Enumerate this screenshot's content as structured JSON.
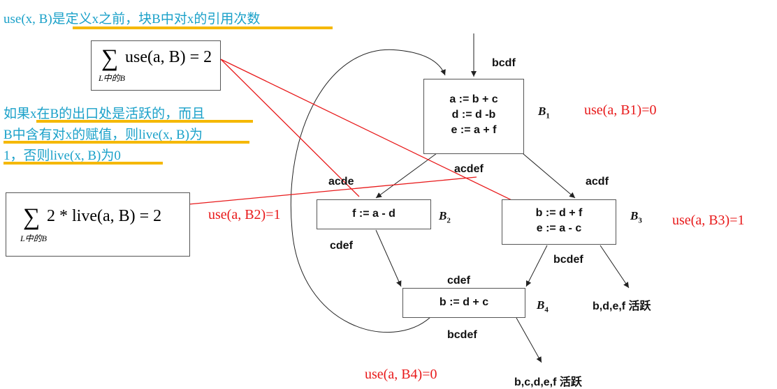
{
  "definition": {
    "line": "use(x, B)是定义x之前，块B中对x的引用次数"
  },
  "formula_use": {
    "sigma": "∑",
    "subscript": "L中的B",
    "expr": "use(a, B) = 2"
  },
  "live_note": {
    "line1": "如果x在B的出口处是活跃的，而且",
    "line2": "B中含有对x的赋值，则live(x, B)为",
    "line3": "1，否则live(x, B)为0"
  },
  "formula_live": {
    "sigma": "∑",
    "subscript": "L中的B",
    "expr": "2 * live(a, B) = 2"
  },
  "blocks": [
    {
      "id": "B1",
      "name": "B",
      "sub": "1",
      "lines": [
        "a := b + c",
        "d := d -b",
        "e := a + f"
      ],
      "use_label": "use(a, B1)=0"
    },
    {
      "id": "B2",
      "name": "B",
      "sub": "2",
      "lines": [
        "f := a - d"
      ],
      "use_label": "use(a, B2)=1"
    },
    {
      "id": "B3",
      "name": "B",
      "sub": "3",
      "lines": [
        "b := d + f",
        "e := a - c"
      ],
      "use_label": "use(a, B3)=1"
    },
    {
      "id": "B4",
      "name": "B",
      "sub": "4",
      "lines": [
        "b := d + c"
      ],
      "use_label": "use(a, B4)=0"
    }
  ],
  "live_sets": {
    "b1_in": "bcdf",
    "b1_out": "acdef",
    "b2_in": "acde",
    "b2_out": "cdef",
    "b3_in": "acdf",
    "b3_out": "bcdef",
    "b4_in": "cdef",
    "b4_out": "bcdef",
    "exit_b3": "b,d,e,f 活跃",
    "exit_b4": "b,c,d,e,f 活跃"
  },
  "colors": {
    "annotation": "#1ba1c9",
    "use_label": "#e8191a",
    "highlight": "#f5b800",
    "connector": "#e8191a"
  }
}
